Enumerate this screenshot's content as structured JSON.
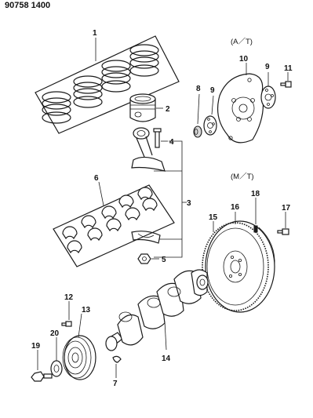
{
  "header": {
    "code": "90758 1400"
  },
  "variants": {
    "automatic": "(A／T)",
    "manual": "(M／T)"
  },
  "callouts": [
    "1",
    "2",
    "3",
    "4",
    "5",
    "6",
    "7",
    "8",
    "9",
    "10",
    "11",
    "12",
    "13",
    "14",
    "15",
    "16",
    "17",
    "18",
    "19",
    "20"
  ],
  "callout_second_9": "9"
}
